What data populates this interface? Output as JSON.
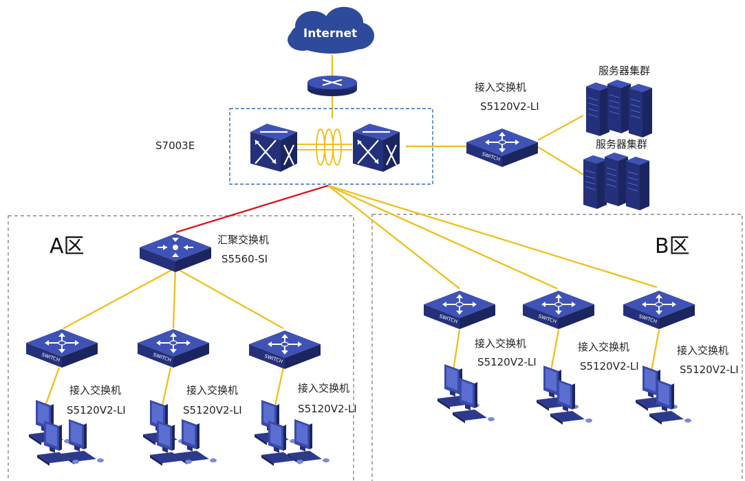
{
  "internet": {
    "label": "Internet"
  },
  "core": {
    "label": "S7003E"
  },
  "server_access": {
    "line1": "接入交换机",
    "line2": "S5120V2-LI"
  },
  "server_clusters": [
    {
      "label": "服务器集群"
    },
    {
      "label": "服务器集群"
    }
  ],
  "zones": {
    "a": {
      "label": "A区"
    },
    "b": {
      "label": "B区"
    }
  },
  "aggregation": {
    "line1": "汇聚交换机",
    "line2": "S5560-SI"
  },
  "access_switches": [
    {
      "line1": "接入交换机",
      "line2": "S5120V2-LI"
    },
    {
      "line1": "接入交换机",
      "line2": "S5120V2-LI"
    },
    {
      "line1": "接入交换机",
      "line2": "S5120V2-LI"
    },
    {
      "line1": "接入交换机",
      "line2": "S5120V2-LI"
    },
    {
      "line1": "接入交换机",
      "line2": "S5120V2-LI"
    },
    {
      "line1": "接入交换机",
      "line2": "S5120V2-LI"
    }
  ],
  "switch_face_text": "SWITCH",
  "colors": {
    "device": "#2d3a8c",
    "device_top": "#3f52b5",
    "link": "#f0c020",
    "uplink": "#d9171e",
    "zone_border": "#8a8a8a",
    "core_border": "#2f6fb5",
    "cloud": "#2e4a9a"
  }
}
